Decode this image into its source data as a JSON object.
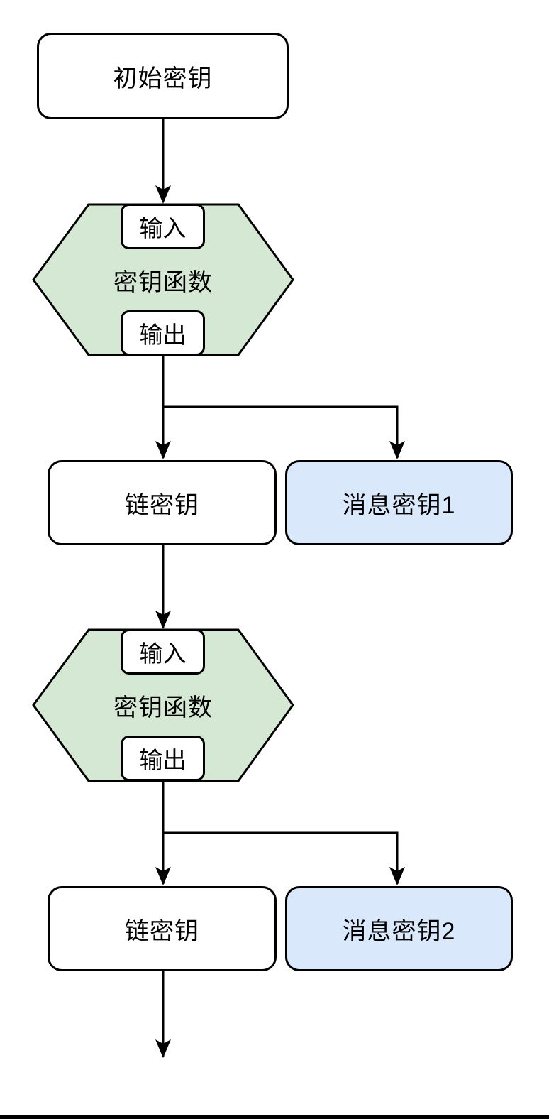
{
  "diagram": {
    "type": "flowchart",
    "direction": "top-down",
    "topic": "key-derivation-chain",
    "colors": {
      "background": "#ffffff",
      "node_fill": "#ffffff",
      "kdf_fill": "#d5e8d4",
      "message_key_fill": "#dae8fc",
      "border": "#000000",
      "arrow": "#000000",
      "bottom_rule": "#000000"
    },
    "nodes": {
      "initial_key": {
        "label": "初始密钥",
        "shape": "rounded-rect",
        "fill": "#ffffff"
      },
      "kdf1": {
        "label": "密钥函数",
        "input_label": "输入",
        "output_label": "输出",
        "shape": "hexagon",
        "fill": "#d5e8d4"
      },
      "chain_key_1": {
        "label": "链密钥",
        "shape": "rounded-rect",
        "fill": "#ffffff"
      },
      "message_key_1": {
        "label": "消息密钥1",
        "shape": "rounded-rect",
        "fill": "#dae8fc"
      },
      "kdf2": {
        "label": "密钥函数",
        "input_label": "输入",
        "output_label": "输出",
        "shape": "hexagon",
        "fill": "#d5e8d4"
      },
      "chain_key_2": {
        "label": "链密钥",
        "shape": "rounded-rect",
        "fill": "#ffffff"
      },
      "message_key_2": {
        "label": "消息密钥2",
        "shape": "rounded-rect",
        "fill": "#dae8fc"
      }
    },
    "edges": [
      {
        "from": "initial_key",
        "to": "kdf1.input"
      },
      {
        "from": "kdf1.output",
        "to": "chain_key_1"
      },
      {
        "from": "kdf1.output",
        "to": "message_key_1"
      },
      {
        "from": "chain_key_1",
        "to": "kdf2.input"
      },
      {
        "from": "kdf2.output",
        "to": "chain_key_2"
      },
      {
        "from": "kdf2.output",
        "to": "message_key_2"
      },
      {
        "from": "chain_key_2",
        "to": "continuation"
      }
    ]
  }
}
